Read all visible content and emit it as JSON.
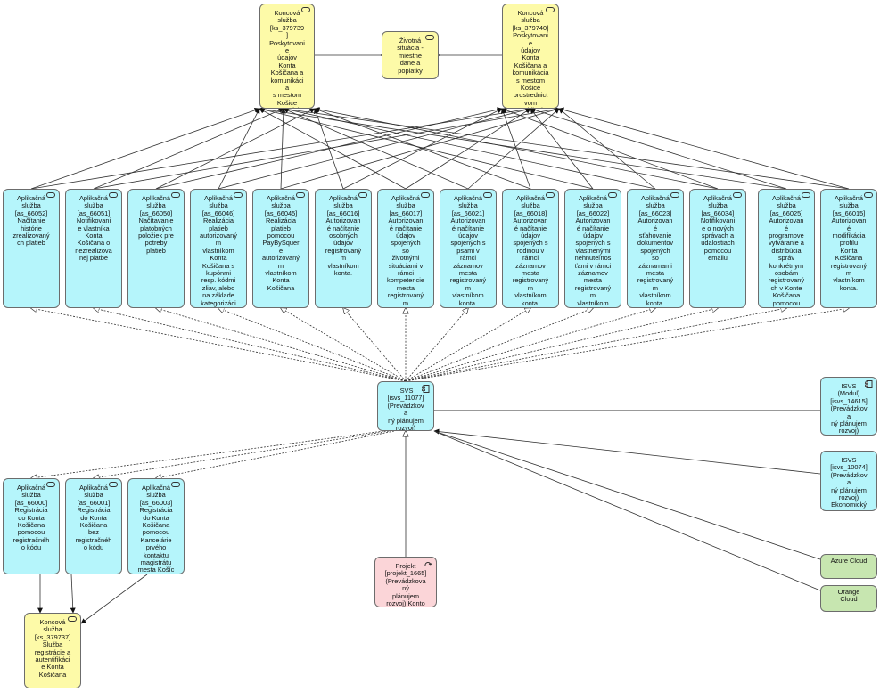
{
  "diagram": {
    "end_services": [
      {
        "id": "ks1",
        "text": "Koncová\nslužba\n[ks_379739]\nPoskytovanie\núdajov\nKonta\nKošičana a\nkomunikácia\ns mestom\nKošice\nprostrednict\nvom web\naplikácie"
      },
      {
        "id": "ks2",
        "text": "Koncová\nslužba\n[ks_379740]\nPoskytovanie\núdajov\nKonta\nKošičana a\nkomunikácia\ns mestom\nKošice\nprostrednict\nvom\nmobilnej\naplikácie"
      },
      {
        "id": "ks3",
        "text": "Koncová\nslužba\n[ks_379737]\nSlužba\nregistrácie a\nautentifikáci\ne Konta\nKošičana"
      }
    ],
    "situation": {
      "id": "sit",
      "text": "Životná\nsituácia -\nmiestne\ndane a\npoplatky"
    },
    "app_services_top": [
      {
        "id": "a1",
        "text": "Aplikačná\nslužba\n[as_66052]\nNačítanie\nhistórie\nzrealizovaný\nch platieb"
      },
      {
        "id": "a2",
        "text": "Aplikačná\nslužba\n[as_66051]\nNotifikovani\ne vlastníka\nKonta\nKošičana o\nnezrealizova\nnej platbe"
      },
      {
        "id": "a3",
        "text": "Aplikačná\nslužba\n[as_66050]\nNačítavanie\nplatobných\npoložiek pre\npotreby\nplatieb"
      },
      {
        "id": "a4",
        "text": "Aplikačná\nslužba\n[as_66046]\nRealizácia\nplatieb\nautorizovaný\nm\nvlastníkom\nKonta\nKošičana s\nkupónmi\nresp. kódmi\nzliav, alebo\nna základe\nkategorizáci\ne konta"
      },
      {
        "id": "a5",
        "text": "Aplikačná\nslužba\n[as_66045]\nRealizácia\nplatieb\npomocou\nPayBySquere\nautorizovaný\nm\nvlastníkom\nKonta\nKošičana"
      },
      {
        "id": "a6",
        "text": "Aplikačná\nslužba\n[as_66016]\nAutorizovan\né načítanie\nosobných\núdajov\nregistrovaný\nm\nvlastníkom\nkonta."
      },
      {
        "id": "a7",
        "text": "Aplikačná\nslužba\n[as_66017]\nAutorizovan\né načítanie\núdajov\nspojených so\nživotnými\nsituáciami v\nrámci\nkompetencie\nmesta\nregistrovaný\nm\nvlastníkom\nkonta."
      },
      {
        "id": "a8",
        "text": "Aplikačná\nslužba\n[as_66021]\nAutorizovan\né načítanie\núdajov\nspojených s\npsami v\nrámci\nzáznamov\nmesta\nregistrovaný\nm\nvlastníkom\nkonta."
      },
      {
        "id": "a9",
        "text": "Aplikačná\nslužba\n[as_66018]\nAutorizovan\né načítanie\núdajov\nspojených s\nrodinou v\nrámci\nzáznamov\nmesta\nregistrovaný\nm\nvlastníkom\nkonta."
      },
      {
        "id": "a10",
        "text": "Aplikačná\nslužba\n[as_66022]\nAutorizovan\né načítanie\núdajov\nspojených s\nvlastnenými\nnehnuteľnos\nťami v rámci\nzáznamov\nmesta\nregistrovaný\nm\nvlastníkom\nkonta."
      },
      {
        "id": "a11",
        "text": "Aplikačná\nslužba\n[as_66023]\nAutorizovan\né sťahovanie\ndokumentov\nspojených so\nzáznamami\nmesta\nregistrovaný\nm\nvlastníkom\nkonta."
      },
      {
        "id": "a12",
        "text": "Aplikačná\nslužba\n[as_66034]\nNotifikovani\ne o nových\nsprávach a\nudalostiach\npomocou\nemailu"
      },
      {
        "id": "a13",
        "text": "Aplikačná\nslužba\n[as_66025]\nAutorizovan\né\nprogramove\nvytváranie a\ndistribúcia\nspráv\nkonkrétnym\nosobám\nregistrovaný\nch v Konte\nKošičana\npomocou\nREST API"
      },
      {
        "id": "a14",
        "text": "Aplikačná\nslužba\n[as_66015]\nAutorizovan\né\nmodifikácia\nprofilu\nKonta\nKošičana\nregistrovaný\nm\nvlastníkom\nkonta."
      }
    ],
    "app_services_bottom": [
      {
        "id": "b1",
        "text": "Aplikačná\nslužba\n[as_66000]\nRegistrácia\ndo Konta\nKošičana\npomocou\nregistračnéh\no kódu"
      },
      {
        "id": "b2",
        "text": "Aplikačná\nslužba\n[as_66001]\nRegistrácia\ndo Konta\nKošičana\nbez\nregistračnéh\no kódu"
      },
      {
        "id": "b3",
        "text": "Aplikačná\nslužba\n[as_66003]\nRegistrácia\ndo Konta\nKošičana\npomocou\nKancelárie\nprvého\nkontaktu\nmagistrátu\nmesta Košíc"
      }
    ],
    "isvs_main": {
      "id": "isvs",
      "text": "ISVS\n[isvs_11077]\n(Prevádzkova\nný plánujem\nrozvoj) Konto\nKošičana"
    },
    "isvs_module": {
      "id": "mod",
      "text": "ISVS (Modul)\n[isvs_14615]\n(Prevádzkova\nný plánujem\nrozvoj)\nModul\nKKProfile"
    },
    "isvs_econ": {
      "id": "eco",
      "text": "ISVS\n[isvs_10074]\n(Prevádzkova\nný plánujem\nrozvoj)\nEkonomický\na\nadministratív"
    },
    "project": {
      "id": "proj",
      "text": "Projekt\n[projekt_1665]\n(Prevádzkovaný\nplánujem\nrozvoj) Konto\nKošičana"
    },
    "clouds": [
      {
        "id": "c1",
        "text": "Azure Cloud"
      },
      {
        "id": "c2",
        "text": "Orange\nCloud"
      }
    ],
    "colors": {
      "application_service": "#b5f5fb",
      "business_service": "#fdfaa8",
      "project": "#fbd5d8",
      "cloud": "#c7e6b0",
      "border": "#6c6c6c",
      "line": "#333333"
    },
    "icons": {
      "service": "rounded-rect-icon",
      "component": "component-icon",
      "project": "work-package-icon"
    }
  }
}
